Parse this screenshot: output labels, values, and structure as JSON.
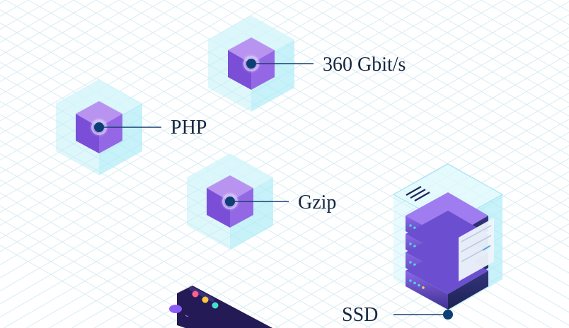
{
  "features": [
    {
      "id": "php",
      "label": "PHP"
    },
    {
      "id": "bandwidth",
      "label": "360 Gbit/s"
    },
    {
      "id": "gzip",
      "label": "Gzip"
    },
    {
      "id": "ssd",
      "label": "SSD"
    }
  ],
  "colors": {
    "background": "#ffffff",
    "grid_line": "#d9ecf3",
    "glass_cube": "#9ee8f6",
    "core_cube_top": "#b894f0",
    "core_cube_left": "#7a4ed6",
    "core_cube_right": "#9468e4",
    "connector": "#16406e",
    "node_dot": "#0d3e74",
    "label_text": "#16263f",
    "server_dark": "#1f2557",
    "server_violet": "#7d5be0",
    "server_cyan": "#4fd2e8",
    "device_dark": "#241a55"
  },
  "icons": [
    "glass-cube-icon",
    "server-stack-icon",
    "device-panel-icon"
  ]
}
